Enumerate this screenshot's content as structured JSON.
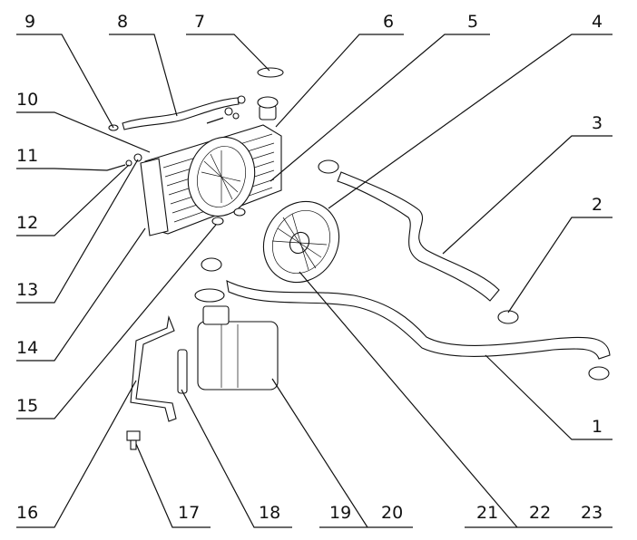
{
  "diagram": {
    "callouts": [
      {
        "id": "c9",
        "text": "9"
      },
      {
        "id": "c8",
        "text": "8"
      },
      {
        "id": "c7",
        "text": "7"
      },
      {
        "id": "c6",
        "text": "6"
      },
      {
        "id": "c5",
        "text": "5"
      },
      {
        "id": "c4",
        "text": "4"
      },
      {
        "id": "c3",
        "text": "3"
      },
      {
        "id": "c2",
        "text": "2"
      },
      {
        "id": "c1",
        "text": "1"
      },
      {
        "id": "c10",
        "text": "10"
      },
      {
        "id": "c11",
        "text": "11"
      },
      {
        "id": "c12",
        "text": "12"
      },
      {
        "id": "c13",
        "text": "13"
      },
      {
        "id": "c14",
        "text": "14"
      },
      {
        "id": "c15",
        "text": "15"
      },
      {
        "id": "c16",
        "text": "16"
      },
      {
        "id": "c17",
        "text": "17"
      },
      {
        "id": "c18",
        "text": "18"
      },
      {
        "id": "c19",
        "text": "19"
      },
      {
        "id": "c20",
        "text": "20"
      },
      {
        "id": "c21",
        "text": "21"
      },
      {
        "id": "c22",
        "text": "22"
      },
      {
        "id": "c23",
        "text": "23"
      }
    ]
  }
}
